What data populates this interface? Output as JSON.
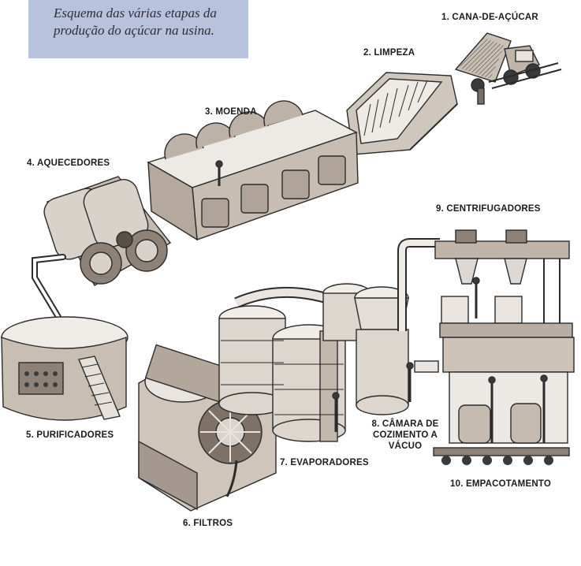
{
  "caption": "Esquema das várias etapas da produção do açúcar na usina.",
  "colors": {
    "ink": "#2b2b2b",
    "tint": "#b3a79c",
    "metal": "#d7d1cb",
    "caption_bg": "#b9c2dc"
  },
  "stages": [
    {
      "id": "cana",
      "label": "1. CANA-DE-AÇÚCAR"
    },
    {
      "id": "limpeza",
      "label": "2. LIMPEZA"
    },
    {
      "id": "moenda",
      "label": "3. MOENDA"
    },
    {
      "id": "aquecedores",
      "label": "4. AQUECEDORES"
    },
    {
      "id": "purificadores",
      "label": "5. PURIFICADORES"
    },
    {
      "id": "filtros",
      "label": "6. FILTROS"
    },
    {
      "id": "evaporadores",
      "label": "7. EVAPORADORES"
    },
    {
      "id": "camara",
      "label_lines": [
        "8. CÂMARA DE",
        "COZIMENTO A",
        "VÁCUO"
      ]
    },
    {
      "id": "centrifugadores",
      "label": "9. CENTRIFUGADORES"
    },
    {
      "id": "empacotamento",
      "label": "10. EMPACOTAMENTO"
    }
  ]
}
